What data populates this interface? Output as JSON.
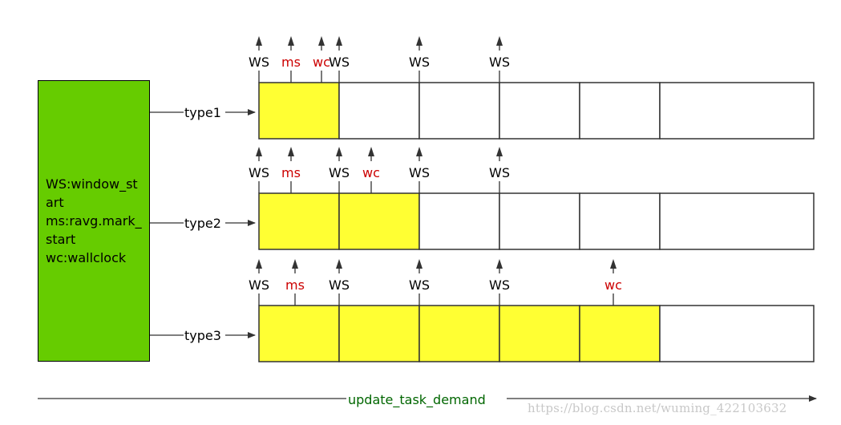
{
  "legend": {
    "lines": [
      "WS:window_start",
      "ms:ravg.mark_start",
      "wc:wallclock"
    ]
  },
  "rows": [
    {
      "label": "type1",
      "cells": [
        {
          "filled": true
        },
        {
          "filled": false
        },
        {
          "filled": false
        },
        {
          "filled": false
        },
        {
          "filled": false
        },
        {
          "filled": false
        }
      ],
      "markers": [
        {
          "text": "WS",
          "color": "#000000",
          "at": 0
        },
        {
          "text": "ms",
          "color": "#cc0000",
          "at": 0.4
        },
        {
          "text": "wc",
          "color": "#cc0000",
          "at": 0.78
        },
        {
          "text": "WS",
          "color": "#000000",
          "at": 1
        },
        {
          "text": "WS",
          "color": "#000000",
          "at": 2
        },
        {
          "text": "WS",
          "color": "#000000",
          "at": 3
        }
      ]
    },
    {
      "label": "type2",
      "cells": [
        {
          "filled": true
        },
        {
          "filled": true
        },
        {
          "filled": false
        },
        {
          "filled": false
        },
        {
          "filled": false
        },
        {
          "filled": false
        }
      ],
      "markers": [
        {
          "text": "WS",
          "color": "#000000",
          "at": 0
        },
        {
          "text": "ms",
          "color": "#cc0000",
          "at": 0.4
        },
        {
          "text": "WS",
          "color": "#000000",
          "at": 1
        },
        {
          "text": "wc",
          "color": "#cc0000",
          "at": 1.4
        },
        {
          "text": "WS",
          "color": "#000000",
          "at": 2
        },
        {
          "text": "WS",
          "color": "#000000",
          "at": 3
        }
      ]
    },
    {
      "label": "type3",
      "cells": [
        {
          "filled": true
        },
        {
          "filled": true
        },
        {
          "filled": true
        },
        {
          "filled": true
        },
        {
          "filled": true
        },
        {
          "filled": false
        }
      ],
      "markers": [
        {
          "text": "WS",
          "color": "#000000",
          "at": 0
        },
        {
          "text": "ms",
          "color": "#cc0000",
          "at": 0.45
        },
        {
          "text": "WS",
          "color": "#000000",
          "at": 1
        },
        {
          "text": "WS",
          "color": "#000000",
          "at": 2
        },
        {
          "text": "WS",
          "color": "#000000",
          "at": 3
        },
        {
          "text": "wc",
          "color": "#cc0000",
          "at": 4.42
        }
      ]
    }
  ],
  "timeline": {
    "label": "update_task_demand",
    "label_color": "#006600"
  },
  "watermark": "https://blog.csdn.net/wuming_422103632",
  "colors": {
    "legend_fill": "#66cc00",
    "cell_fill": "#ffff33",
    "stroke": "#000000"
  }
}
